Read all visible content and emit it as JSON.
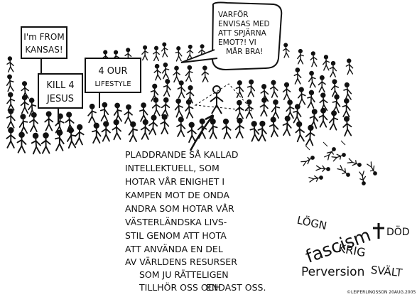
{
  "signs": {
    "kansas": [
      "I'm FROM",
      "KANSAS!"
    ],
    "kill": [
      "KILL 4",
      "JESUS"
    ],
    "lifestyle": [
      "4 OUR",
      "LIFESTYLE"
    ]
  },
  "speech_bubble": [
    "VARFÖR",
    "ENVISAS MED",
    "ATT SPJÄRNA",
    "EMOT?! VI",
    "MÅR BRA!"
  ],
  "caption": [
    "PLADDRANDE SÅ KALLAD",
    "INTELLEKTUELL, SOM",
    "HOTAR VÅR ENIGHET I",
    "KAMPEN MOT DE ONDA",
    "ANDRA SOM HOTAR VÅR",
    "VÄSTERLÄNDSKA LIVS-",
    "STIL GENOM ATT HOTA",
    "ATT ANVÄNDA EN DEL",
    "AV VÄRLDENS RESURSER",
    "SOM JU RÄTTELIGEN",
    "TILLHÖR OSS OCH",
    "ENDAST OSS."
  ],
  "words": {
    "logn": "LÖGN",
    "fascism": "fascism",
    "dod": "DÖD",
    "krig": "KRIG",
    "perversion": "Perversion",
    "svalt": "SVÄLT"
  },
  "signature": "©LEIFERLINGSSON 20AUG.2005"
}
